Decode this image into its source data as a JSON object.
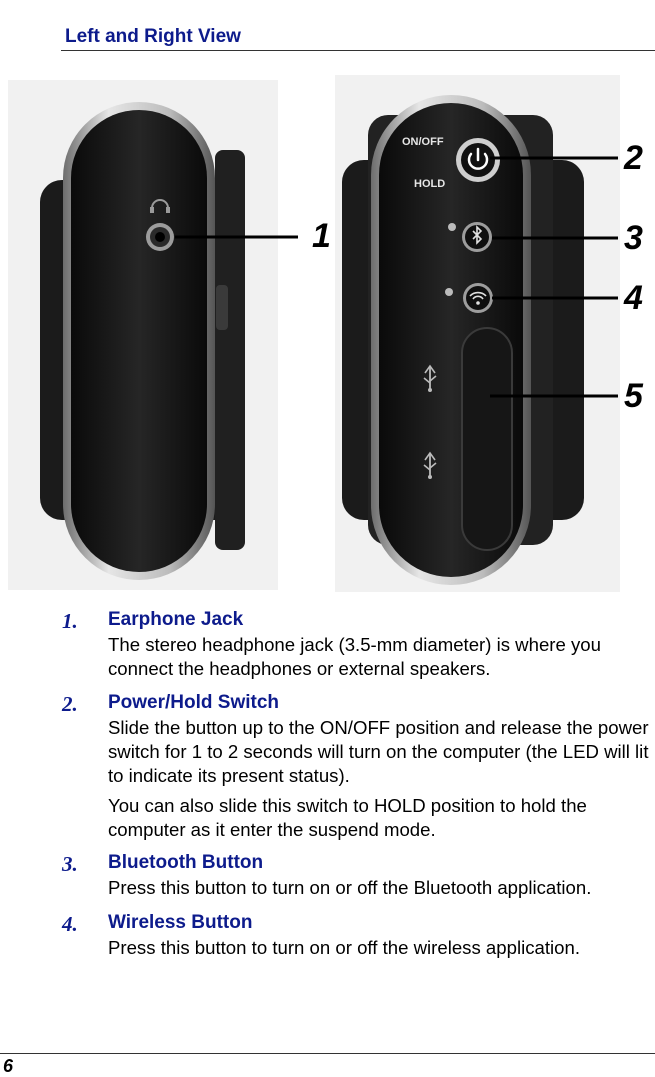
{
  "header": {
    "title": "Left and Right View"
  },
  "figure": {
    "device_labels": {
      "power_top": "ON/OFF",
      "power_bottom": "HOLD"
    },
    "callouts": [
      "1",
      "2",
      "3",
      "4",
      "5"
    ]
  },
  "items": [
    {
      "num": "1.",
      "title": "Earphone Jack",
      "desc": [
        "The stereo headphone jack (3.5-mm diameter) is where you connect the headphones or external speakers."
      ]
    },
    {
      "num": "2.",
      "title": "Power/Hold Switch",
      "desc": [
        "Slide the button up to the ON/OFF position and release the power switch for 1 to 2 seconds will turn on the computer (the LED will lit to indicate its present status).",
        "You can also slide this switch to HOLD position to hold the computer as it enter the suspend mode."
      ]
    },
    {
      "num": "3.",
      "title": "Bluetooth Button",
      "desc": [
        "Press this button to turn on or off the Bluetooth application."
      ]
    },
    {
      "num": "4.",
      "title": "Wireless Button",
      "desc": [
        "Press this button to turn on or off the wireless application."
      ]
    }
  ],
  "footer": {
    "page_number": "6"
  }
}
